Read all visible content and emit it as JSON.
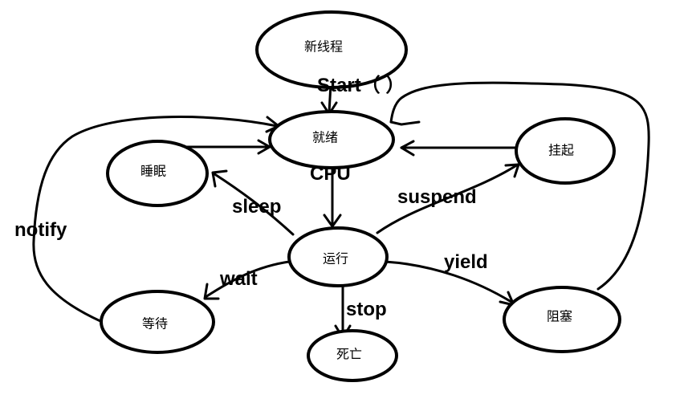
{
  "nodes": {
    "new_thread": "新线程",
    "ready": "就绪",
    "sleeping": "睡眠",
    "suspended": "挂起",
    "running": "运行",
    "waiting": "等待",
    "blocked": "阻塞",
    "dead": "死亡"
  },
  "edges": {
    "start": "Start（ ）",
    "cpu": "CPU",
    "sleep": "sleep",
    "suspend": "suspend",
    "notify": "notify",
    "wait": "wait",
    "yield": "yield",
    "stop": "stop"
  }
}
